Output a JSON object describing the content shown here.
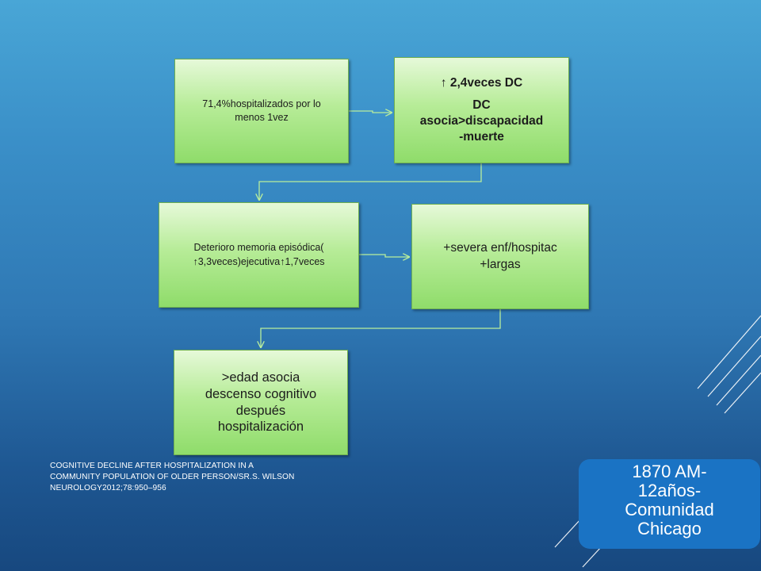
{
  "diagram": {
    "box1": {
      "lines": [
        "71,4%hospitalizados por lo",
        "menos 1vez"
      ]
    },
    "box2": {
      "lines": [
        "↑ 2,4veces DC",
        "DC",
        "asocia>discapacidad",
        "-muerte"
      ]
    },
    "box3": {
      "lines": [
        "Deterioro memoria episódica(",
        "↑3,3veces)ejecutiva↑1,7veces"
      ]
    },
    "box4": {
      "lines": [
        "+severa enf/hospitac",
        "+largas"
      ]
    },
    "box5": {
      "lines": [
        ">edad asocia",
        "descenso cognitivo",
        "después",
        "hospitalización"
      ]
    }
  },
  "citation": {
    "lines": [
      "Cognitive decline after hospitalization in a",
      "community population of older person/SR.S. Wilson",
      "Neurology2012;78:950–956"
    ]
  },
  "badge": {
    "lines": [
      "1870 AM-",
      "12años-",
      "Comunidad",
      "Chicago"
    ]
  },
  "colors": {
    "box_fill_top": "#e6f9d9",
    "box_fill_bottom": "#8fdc6a",
    "connector": "#b9ee9c",
    "badge": "#1a73c4"
  }
}
